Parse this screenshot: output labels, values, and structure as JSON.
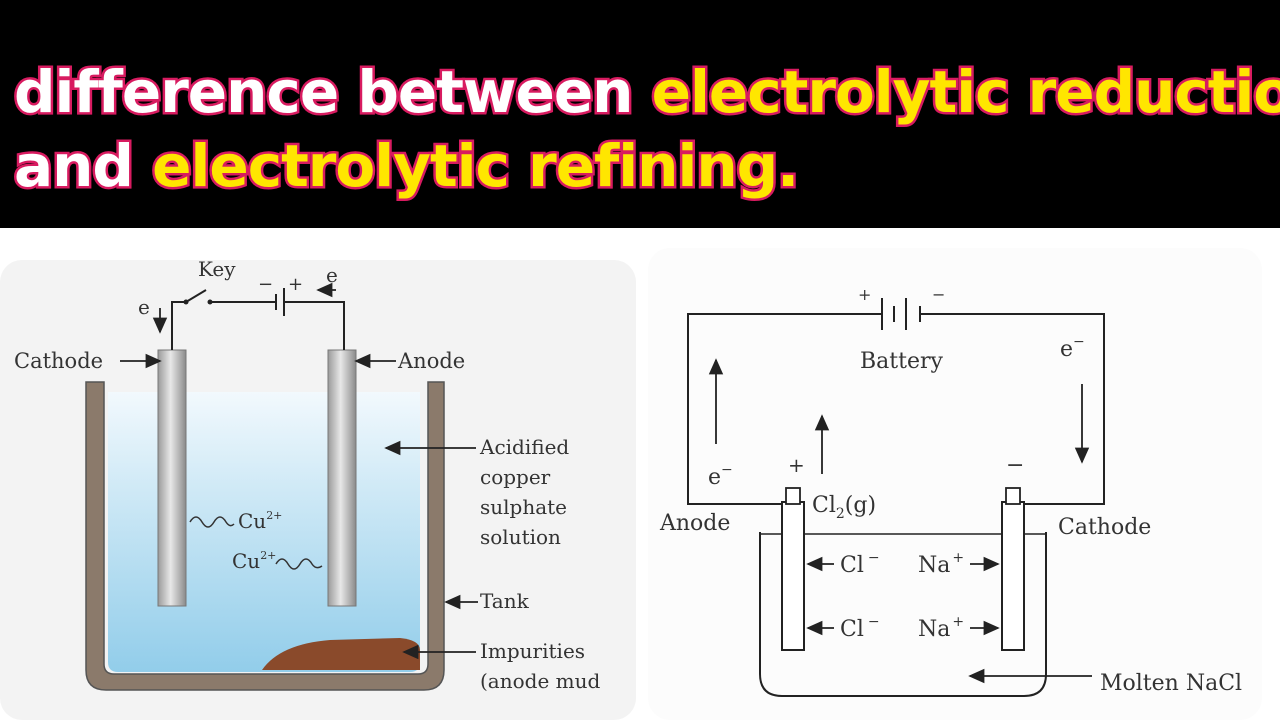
{
  "title": {
    "line1_white": "difference between ",
    "line1_yellow": "electrolytic reduction",
    "line2_white": "and ",
    "line2_yellow": "electrolytic refining."
  },
  "colors": {
    "banner_bg": "#000000",
    "title_white": "#ffffff",
    "title_yellow": "#ffe600",
    "title_outline": "#d81b60",
    "solution_blue": "#a9d8f0",
    "tank_brown": "#8b7a6b",
    "mud_brown": "#8a4a2b"
  },
  "left_diagram": {
    "key": "Key",
    "minus": "−",
    "plus": "+",
    "electron_top": "e",
    "electron_left": "e",
    "cathode": "Cathode",
    "anode": "Anode",
    "solution_line1": "Acidified",
    "solution_line2": "copper",
    "solution_line3": "sulphate",
    "solution_line4": "solution",
    "ion1": "Cu",
    "ion1_sup": "2+",
    "ion2": "Cu",
    "ion2_sup": "2+",
    "tank": "Tank",
    "impurities_line1": "Impurities",
    "impurities_line2": "(anode mud"
  },
  "right_diagram": {
    "battery": "Battery",
    "battery_plus": "+",
    "battery_minus": "−",
    "electron_right": "e",
    "electron_right_sup": "−",
    "electron_left": "e",
    "electron_left_sup": "−",
    "anode_sign": "+",
    "cathode_sign": "−",
    "gas": "Cl",
    "gas_sub": "2",
    "gas_state": "(g)",
    "anode": "Anode",
    "cathode": "Cathode",
    "cl_ion1": "Cl",
    "cl_ion2": "Cl",
    "na_ion1": "Na",
    "na_ion2": "Na",
    "ion_minus": "−",
    "ion_plus": "+",
    "electrolyte": "Molten NaCl"
  }
}
